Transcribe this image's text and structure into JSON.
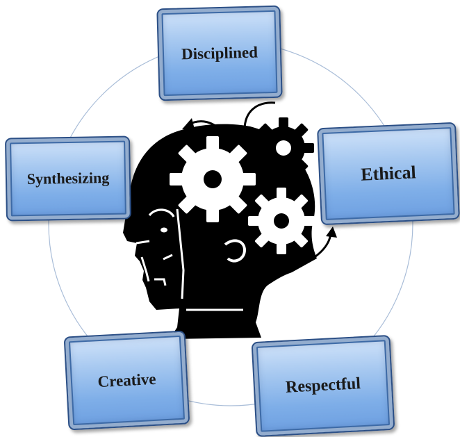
{
  "qualities": {
    "disciplined": "Disciplined",
    "synthesizing": "Synthesizing",
    "ethical": "Ethical",
    "creative": "Creative",
    "respectful": "Respectful"
  },
  "icons": {
    "head": "head-silhouette-icon",
    "gears": "gear-icon",
    "arrows": "curved-arrow-icon"
  },
  "colors": {
    "box_fill": "#8fb8ec",
    "box_border": "#2b4f86",
    "circle": "#a9bdd8",
    "silhouette": "#000000"
  }
}
